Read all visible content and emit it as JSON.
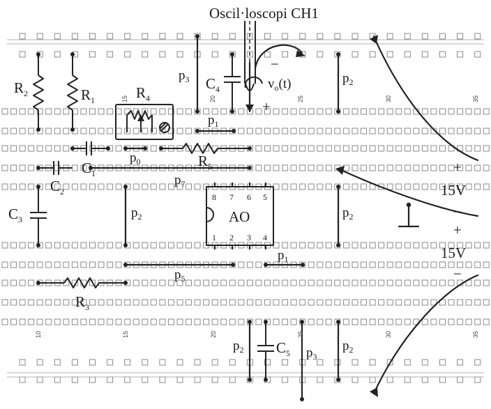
{
  "title": "Oscil·loscopi CH1",
  "probe": {
    "signal_label": "v",
    "signal_sub": "o",
    "signal_suffix": "(t)",
    "minus": "−",
    "plus": "+"
  },
  "components": {
    "R1": {
      "main": "R",
      "sub": "1"
    },
    "R2": {
      "main": "R",
      "sub": "2"
    },
    "R3": {
      "main": "R",
      "sub": "3"
    },
    "R4": {
      "main": "R",
      "sub": "4"
    },
    "R5": {
      "main": "R",
      "sub": "5"
    },
    "C1": {
      "main": "C",
      "sub": "1"
    },
    "C2": {
      "main": "C",
      "sub": "2"
    },
    "C3": {
      "main": "C",
      "sub": "3"
    },
    "C4": {
      "main": "C",
      "sub": "4"
    },
    "C5": {
      "main": "C",
      "sub": "5"
    }
  },
  "wires": {
    "p0": {
      "main": "p",
      "sub": "0"
    },
    "p1a": {
      "main": "p",
      "sub": "1"
    },
    "p1b": {
      "main": "p",
      "sub": "1"
    },
    "p2a": {
      "main": "p",
      "sub": "2"
    },
    "p2b": {
      "main": "p",
      "sub": "2"
    },
    "p2c": {
      "main": "p",
      "sub": "2"
    },
    "p2d": {
      "main": "p",
      "sub": "2"
    },
    "p2e": {
      "main": "p",
      "sub": "2"
    },
    "p3a": {
      "main": "p",
      "sub": "3"
    },
    "p3b": {
      "main": "p",
      "sub": "3"
    },
    "p5": {
      "main": "p",
      "sub": "5"
    },
    "p7": {
      "main": "p",
      "sub": "7"
    }
  },
  "opamp": {
    "label": "AO",
    "top_pins": [
      "8",
      "7",
      "6",
      "5"
    ],
    "bottom_pins": [
      "1",
      "2",
      "3",
      "4"
    ]
  },
  "supply": {
    "upper_voltage": "15V",
    "lower_voltage": "15V",
    "upper_plus": "+",
    "upper_minus": "−",
    "lower_plus": "+",
    "lower_minus": "−"
  },
  "column_numbers": {
    "top": [
      "15",
      "20",
      "25",
      "30",
      "35"
    ],
    "bottom": [
      "10",
      "15",
      "20",
      "25",
      "30",
      "35"
    ]
  }
}
